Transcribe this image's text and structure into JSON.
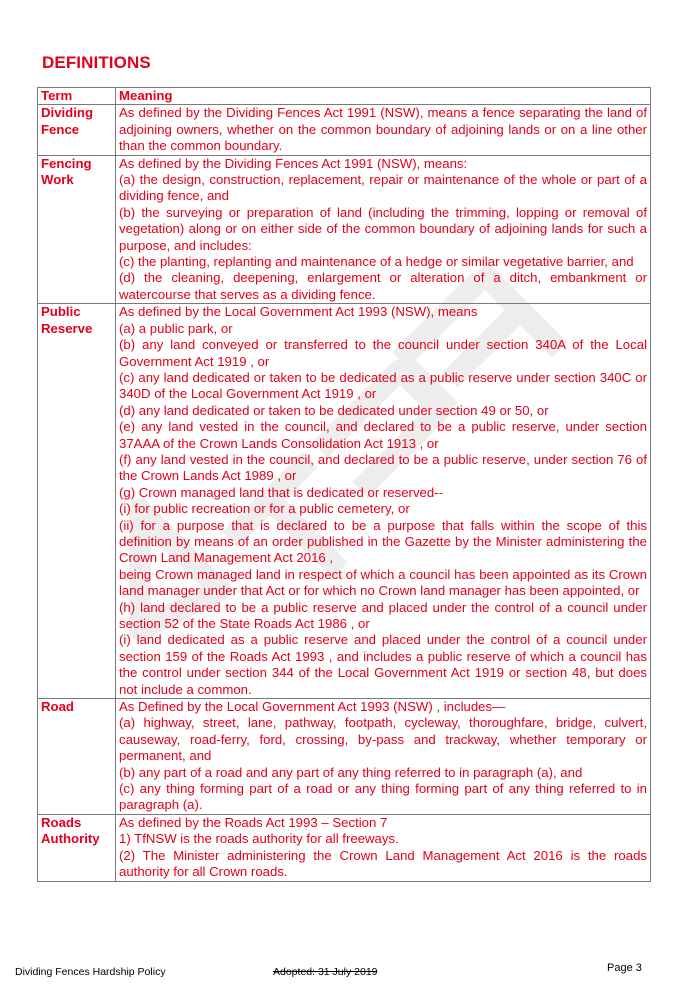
{
  "heading": "DEFINITIONS",
  "table": {
    "headers": {
      "term": "Term",
      "meaning": "Meaning"
    },
    "rows": [
      {
        "term": "Dividing Fence",
        "lines": [
          "As defined by the Dividing Fences Act 1991 (NSW), means a fence separating the land of adjoining owners, whether on the common boundary of adjoining lands or on a line other than the common boundary."
        ]
      },
      {
        "term": "Fencing Work",
        "lines": [
          "As defined by the Dividing Fences Act 1991 (NSW), means:",
          "(a) the design, construction, replacement, repair or maintenance of the whole or part of a dividing fence, and",
          "(b) the surveying or preparation of land (including the trimming, lopping or removal of vegetation) along or on either side of the common boundary of adjoining lands for such a purpose, and includes:",
          "(c) the planting, replanting and maintenance of a hedge or similar vegetative barrier, and",
          "(d) the cleaning, deepening, enlargement or alteration of a ditch, embankment or watercourse that serves as a dividing fence."
        ]
      },
      {
        "term": "Public Reserve",
        "lines": [
          "As defined by the Local Government Act 1993 (NSW), means",
          "(a) a public park, or",
          "(b) any land conveyed or transferred to the council under section 340A of the Local Government Act 1919 , or",
          "(c) any land dedicated or taken to be dedicated as a public reserve under section 340C or 340D of the Local Government Act 1919 , or",
          "(d) any land dedicated or taken to be dedicated under section 49 or 50, or",
          "(e) any land vested in the council, and declared to be a public reserve, under section 37AAA of the Crown Lands Consolidation Act 1913 , or",
          "(f) any land vested in the council, and declared to be a public reserve, under section 76 of the Crown Lands Act 1989 , or",
          "(g) Crown managed land that is dedicated or reserved--",
          "(i) for public recreation or for a public cemetery, or",
          "(ii) for a purpose that is declared to be a purpose that falls within the scope of this definition by means of an order published in the Gazette by the Minister administering the Crown Land Management Act 2016 ,",
          "being Crown managed land in respect of which a council has been appointed as its Crown land manager under that Act or for which no Crown land manager has been appointed, or",
          "(h) land declared to be a public reserve and placed under the control of a council under section 52 of the State Roads Act 1986 , or",
          "(i) land dedicated as a public reserve and placed under the control of a council under section 159 of the Roads Act 1993 , and includes a public reserve of which a council has the control under section 344 of the Local Government Act 1919 or section 48, but does not include a common."
        ]
      },
      {
        "term": "Road",
        "lines": [
          "As Defined by the Local Government Act 1993 (NSW) , includes—",
          "(a) highway, street, lane, pathway, footpath, cycleway, thoroughfare, bridge, culvert, causeway, road-ferry, ford, crossing, by-pass and trackway, whether temporary or permanent, and",
          " (b) any part of a road and any part of any thing referred to in paragraph (a), and",
          "(c) any thing forming part of a road or any thing forming part of any thing referred to in paragraph (a)."
        ]
      },
      {
        "term": "Roads Authority",
        "lines": [
          "As defined by the Roads Act 1993 – Section 7",
          "1) TfNSW is the roads authority for all freeways.",
          "(2) The Minister administering the Crown Land Management Act 2016 is the roads authority for all Crown roads."
        ]
      }
    ]
  },
  "footer": {
    "title": "Dividing Fences Hardship Policy",
    "adopted": "Adopted: 31 July 2019",
    "page": "Page 3"
  },
  "colors": {
    "text_red": "#e3001b",
    "border": "#7a7a7a",
    "watermark": "#eeeeee"
  }
}
